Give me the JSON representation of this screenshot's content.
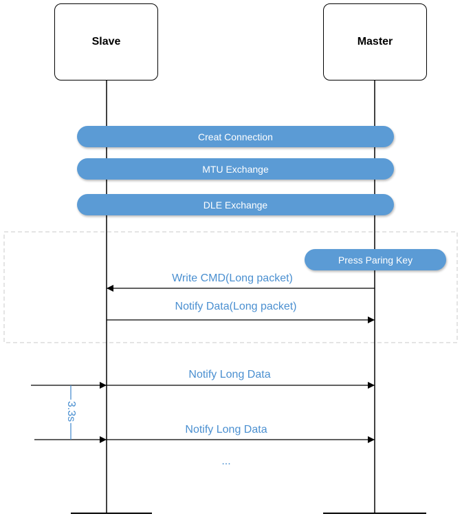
{
  "participants": {
    "slave": "Slave",
    "master": "Master"
  },
  "bars": {
    "creat_connection": "Creat Connection",
    "mtu_exchange": "MTU Exchange",
    "dle_exchange": "DLE Exchange",
    "press_paring_key": "Press Paring Key"
  },
  "messages": {
    "write_cmd": "Write CMD(Long packet)",
    "notify_data": "Notify  Data(Long packet)",
    "notify_long_data_1": "Notify Long Data",
    "notify_long_data_2": "Notify Long Data",
    "ellipsis": "..."
  },
  "interval": {
    "label": "3.3s"
  },
  "colors": {
    "bar_fill": "#5b9bd5",
    "message_text": "#4a8fd0",
    "line": "#000000",
    "dashed_frame": "#c8c8c8"
  }
}
